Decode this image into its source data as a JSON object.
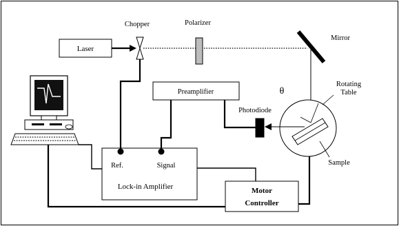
{
  "labels": {
    "laser": "Laser",
    "chopper": "Chopper",
    "polarizer": "Polarizer",
    "mirror": "Mirror",
    "preamplifier": "Preamplifier",
    "photodiode": "Photodiode",
    "theta": "θ",
    "rotating_table_line1": "Rotating",
    "rotating_table_line2": "Table",
    "sample": "Sample",
    "ref": "Ref.",
    "signal": "Signal",
    "lockin": "Lock-in Amplifier",
    "motor_line1": "Motor",
    "motor_line2": "Controller"
  },
  "icons": {
    "computer": "computer-workstation-icon"
  }
}
